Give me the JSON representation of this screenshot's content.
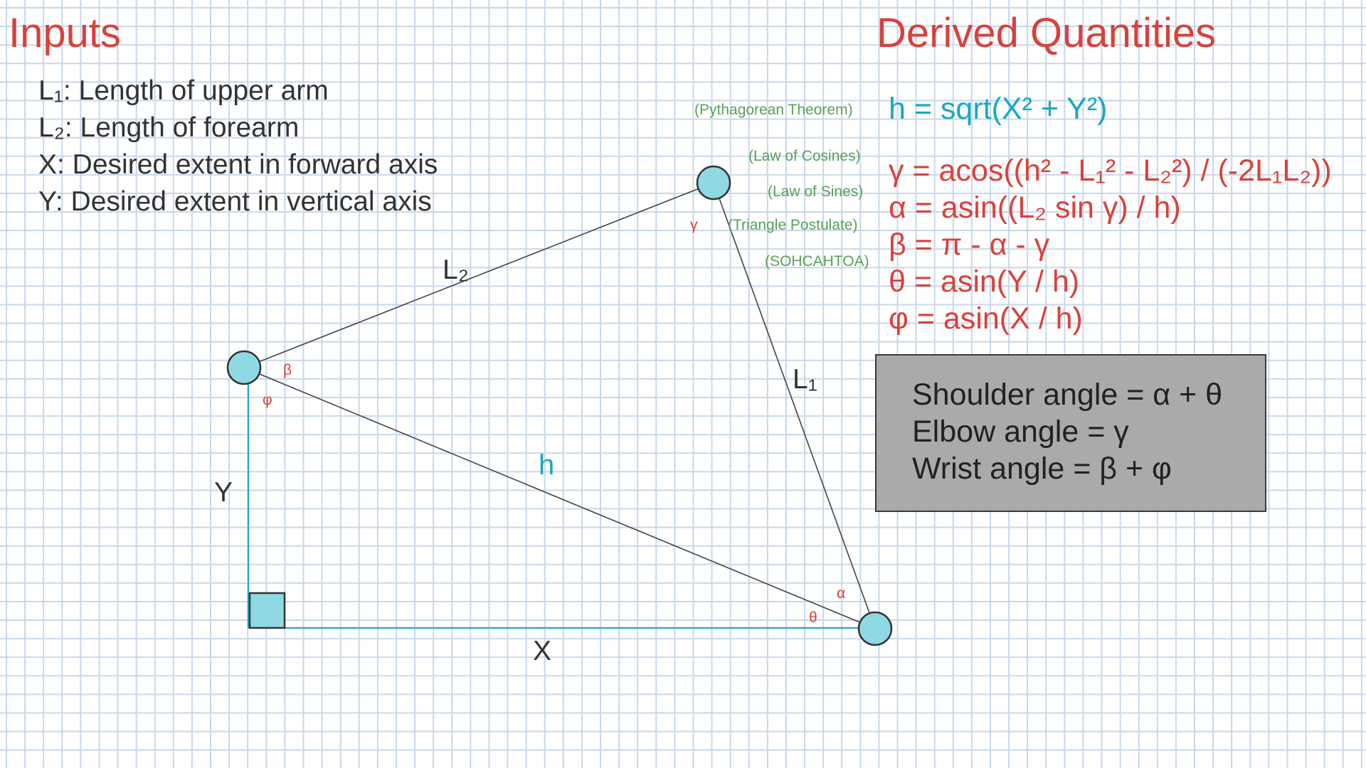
{
  "inputs": {
    "heading": "Inputs",
    "lines": [
      "L₁: Length of upper arm",
      "L₂: Length of forearm",
      "X: Desired extent in forward axis",
      "Y: Desired extent in vertical axis"
    ]
  },
  "derived": {
    "heading": "Derived Quantities",
    "rows": [
      {
        "technique": "(Pythagorean Theorem)",
        "formula": "h = sqrt(X² + Y²)"
      },
      {
        "technique": "(Law of Cosines)",
        "formula": "γ = acos((h² - L₁² - L₂²) / (-2L₁L₂))"
      },
      {
        "technique": "(Law of Sines)",
        "formula": "α = asin((L₂ sin γ) / h)"
      },
      {
        "technique": "(Triangle Postulate)",
        "formula": "β = π - α - γ"
      },
      {
        "technique": "(SOHCAHTOA)",
        "formula": "θ = asin(Y / h)"
      },
      {
        "technique": "",
        "formula": "φ = asin(X / h)"
      }
    ]
  },
  "results": {
    "lines": [
      "Shoulder angle = α + θ",
      "Elbow angle = γ",
      "Wrist angle = β + φ"
    ]
  },
  "diagram": {
    "segment_labels": {
      "L1": "L₁",
      "L2": "L₂",
      "h": "h",
      "X": "X",
      "Y": "Y"
    },
    "angle_labels": {
      "alpha": "α",
      "beta": "β",
      "gamma": "γ",
      "theta": "θ",
      "phi": "φ"
    }
  },
  "colors": {
    "heading": "#d9413b",
    "formula": "#d9413b",
    "technique": "#5aa05a",
    "cyan": "#18a8c4",
    "joint_fill": "#8fd9e4",
    "result_box": "#aaaaaa",
    "grid": "#c7d7ea"
  }
}
